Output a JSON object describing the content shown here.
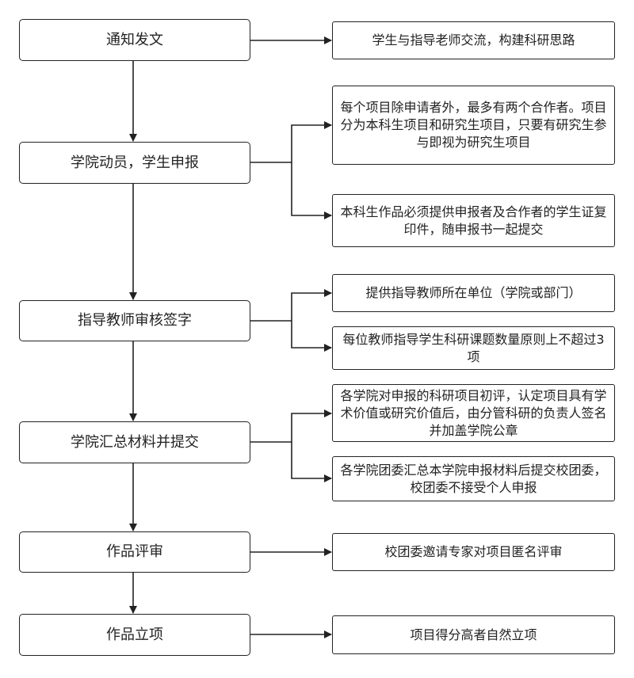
{
  "steps": [
    {
      "label": "通知发文"
    },
    {
      "label": "学院动员，学生申报"
    },
    {
      "label": "指导教师审核签字"
    },
    {
      "label": "学院汇总材料并提交"
    },
    {
      "label": "作品评审"
    },
    {
      "label": "作品立项"
    }
  ],
  "notes": [
    {
      "text": "学生与指导老师交流，构建科研思路"
    },
    {
      "text": "每个项目除申请者外，最多有两个合作者。项目分为本科生项目和研究生项目，只要有研究生参与即视为研究生项目"
    },
    {
      "text": "本科生作品必须提供申报者及合作者的学生证复印件，随申报书一起提交"
    },
    {
      "text": "提供指导教师所在单位（学院或部门）"
    },
    {
      "text": "每位教师指导学生科研课题数量原则上不超过3项"
    },
    {
      "text": "各学院对申报的科研项目初评，认定项目具有学术价值或研究价值后，由分管科研的负责人签名并加盖学院公章"
    },
    {
      "text": "各学院团委汇总本学院申报材料后提交校团委，校团委不接受个人申报"
    },
    {
      "text": "校团委邀请专家对项目匿名评审"
    },
    {
      "text": "项目得分高者自然立项"
    }
  ]
}
